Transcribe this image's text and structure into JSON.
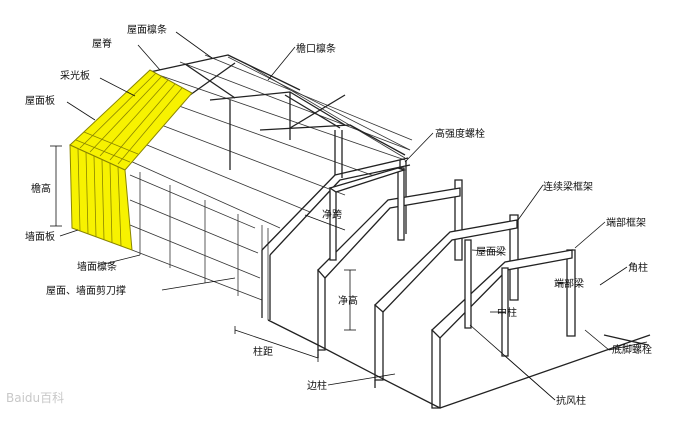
{
  "labels": {
    "roof_purlin": "屋面檩条",
    "ridge": "屋脊",
    "skylight_panel": "采光板",
    "roof_panel": "屋面板",
    "eave_purlin": "檐口檩条",
    "high_strength_bolt": "高强度螺栓",
    "eave_height": "檐高",
    "span": "净跨",
    "continuous_beam_frame": "连续梁框架",
    "end_frame": "端部框架",
    "wall_panel": "墙面板",
    "roof_beam": "屋面梁",
    "corner_column": "角柱",
    "wall_purlin": "墙面檩条",
    "end_beam": "端部梁",
    "bracing": "屋面、墙面剪刀撑",
    "clear_height": "净高",
    "middle_column": "中柱",
    "anchor_bolt": "底脚螺栓",
    "column_spacing": "柱距",
    "side_column": "边柱",
    "wind_column": "抗风柱",
    "watermark": "Baidu百科"
  },
  "colors": {
    "panel": "#f7f200",
    "panel_stroke": "#8a8500",
    "line": "#222222"
  }
}
